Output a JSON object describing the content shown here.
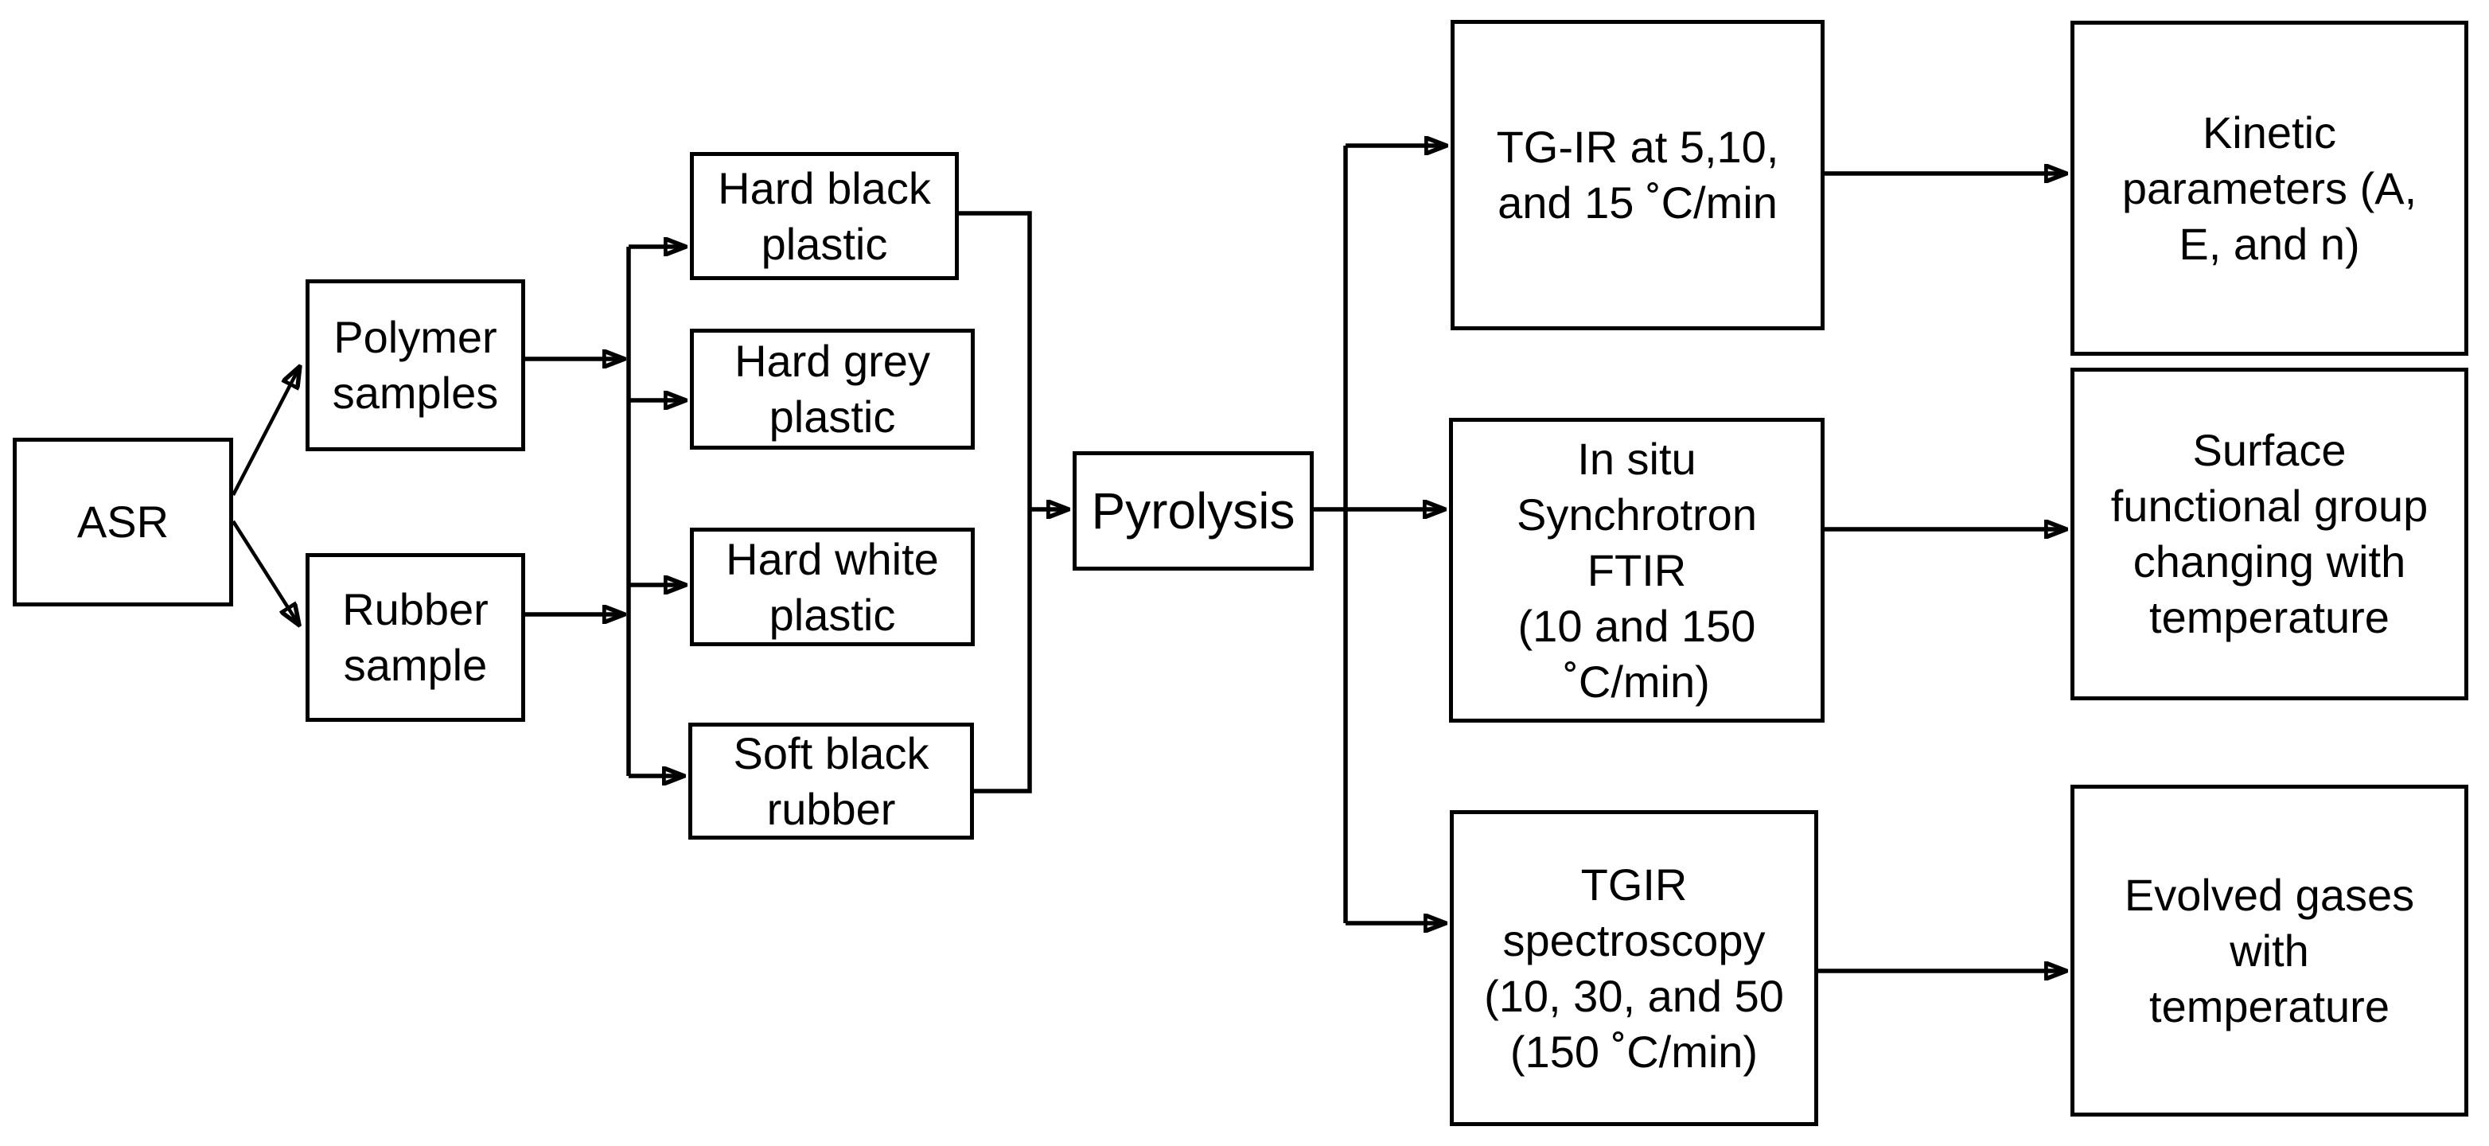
{
  "colors": {
    "background": "#ffffff",
    "box_border": "#000000",
    "text": "#000000",
    "connector": "#000000"
  },
  "nodes": {
    "asr": {
      "label": "ASR"
    },
    "polymer_samples": {
      "label": "Polymer\nsamples"
    },
    "rubber_sample": {
      "label": "Rubber\nsample"
    },
    "hard_black_plastic": {
      "label": "Hard black\nplastic"
    },
    "hard_grey_plastic": {
      "label": "Hard grey\nplastic"
    },
    "hard_white_plastic": {
      "label": "Hard white\nplastic"
    },
    "soft_black_rubber": {
      "label": "Soft black\nrubber"
    },
    "pyrolysis": {
      "label": "Pyrolysis"
    },
    "tg_ir": {
      "label": "TG-IR at 5,10,\nand 15 ˚C/min"
    },
    "in_situ_ftir": {
      "label": "In situ\nSynchrotron\nFTIR\n(10 and 150\n˚C/min)"
    },
    "tgir_spectroscopy": {
      "label": "TGIR\nspectroscopy\n(10, 30, and 50\n(150 ˚C/min)"
    },
    "kinetic_parameters": {
      "label": "Kinetic\nparameters (A,\nE, and n)"
    },
    "surface_functional_group": {
      "label": "Surface\nfunctional group\nchanging with\ntemperature"
    },
    "evolved_gases": {
      "label": "Evolved gases\nwith\ntemperature"
    }
  },
  "edges": [
    {
      "from": "asr",
      "to": "polymer_samples"
    },
    {
      "from": "asr",
      "to": "rubber_sample"
    },
    {
      "from": "polymer_samples",
      "to": "distribution-line"
    },
    {
      "from": "rubber_sample",
      "to": "distribution-line"
    },
    {
      "from": "distribution-line",
      "to": "hard_black_plastic"
    },
    {
      "from": "distribution-line",
      "to": "hard_grey_plastic"
    },
    {
      "from": "distribution-line",
      "to": "hard_white_plastic"
    },
    {
      "from": "distribution-line",
      "to": "soft_black_rubber"
    },
    {
      "from": "hard_black_plastic",
      "to": "collector-line"
    },
    {
      "from": "soft_black_rubber",
      "to": "collector-line"
    },
    {
      "from": "collector-line",
      "to": "pyrolysis"
    },
    {
      "from": "pyrolysis",
      "to": "in_situ_ftir"
    },
    {
      "from": "branch-line",
      "to": "tg_ir"
    },
    {
      "from": "branch-line",
      "to": "tgir_spectroscopy"
    },
    {
      "from": "tg_ir",
      "to": "kinetic_parameters"
    },
    {
      "from": "in_situ_ftir",
      "to": "surface_functional_group"
    },
    {
      "from": "tgir_spectroscopy",
      "to": "evolved_gases"
    }
  ]
}
